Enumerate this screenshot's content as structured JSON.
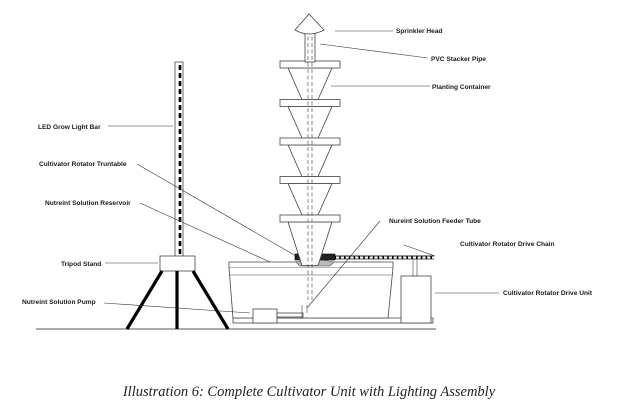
{
  "diagram": {
    "labels": {
      "sprinkler_head": "Sprinkler Head",
      "pvc_stacker_pipe": "PVC Stacker Pipe",
      "planting_container": "Planting Container",
      "led_grow_light_bar": "LED Grow Light Bar",
      "cultivator_rotator_turntable": "Cultivator Rotator Truntable",
      "nutrient_solution_reservoir": "Nutreint Solution Reservoir",
      "nutrient_solution_feeder_tube": "Nureint Solution Feeder Tube",
      "cultivator_rotator_drive_chain": "Cultivator Rotator Drive Chain",
      "tripod_stand": "Tripod Stand",
      "cultivator_rotator_drive_unit": "Cultivator Rotator Drive Unit",
      "nutrient_solution_pump": "Nutreint Solution Pump"
    },
    "planting_container_count": 5,
    "caption": "Illustration 6: Complete Cultivator Unit with Lighting Assembly"
  },
  "colors": {
    "line": "#444444",
    "background": "#ffffff",
    "led": "#000000"
  }
}
